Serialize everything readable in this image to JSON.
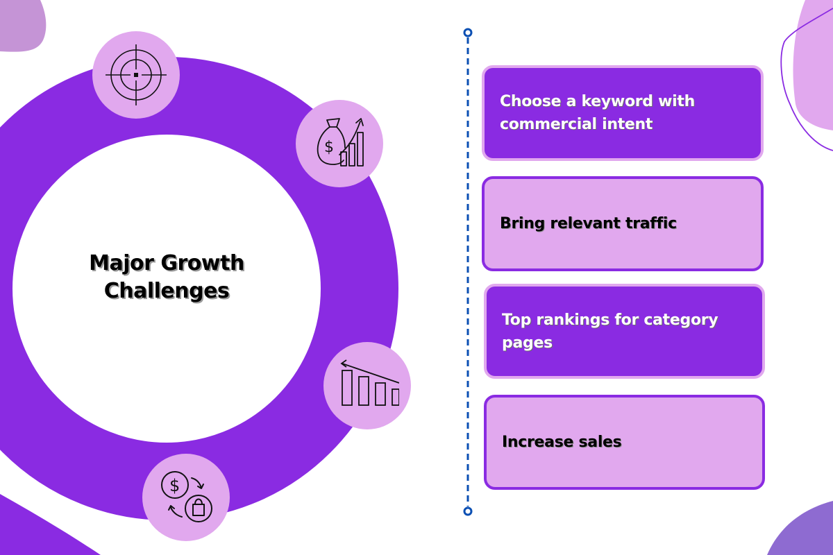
{
  "title": "Major Growth Challenges",
  "colors": {
    "primary": "#8a2be2",
    "light": "#e1a8ee",
    "blob_mauve": "#c594d6",
    "blob_violet": "#8e6bd1",
    "timeline": "#0b4fb3"
  },
  "icons": [
    {
      "name": "target-crosshair-icon"
    },
    {
      "name": "money-bag-growth-chart-icon"
    },
    {
      "name": "declining-bar-chart-icon"
    },
    {
      "name": "money-exchange-shopping-bag-icon"
    }
  ],
  "steps": [
    {
      "label": "Choose a keyword with commercial intent",
      "style": "dark"
    },
    {
      "label": "Bring relevant traffic",
      "style": "light"
    },
    {
      "label": "Top rankings for category pages",
      "style": "dark"
    },
    {
      "label": "Increase sales",
      "style": "light"
    }
  ]
}
